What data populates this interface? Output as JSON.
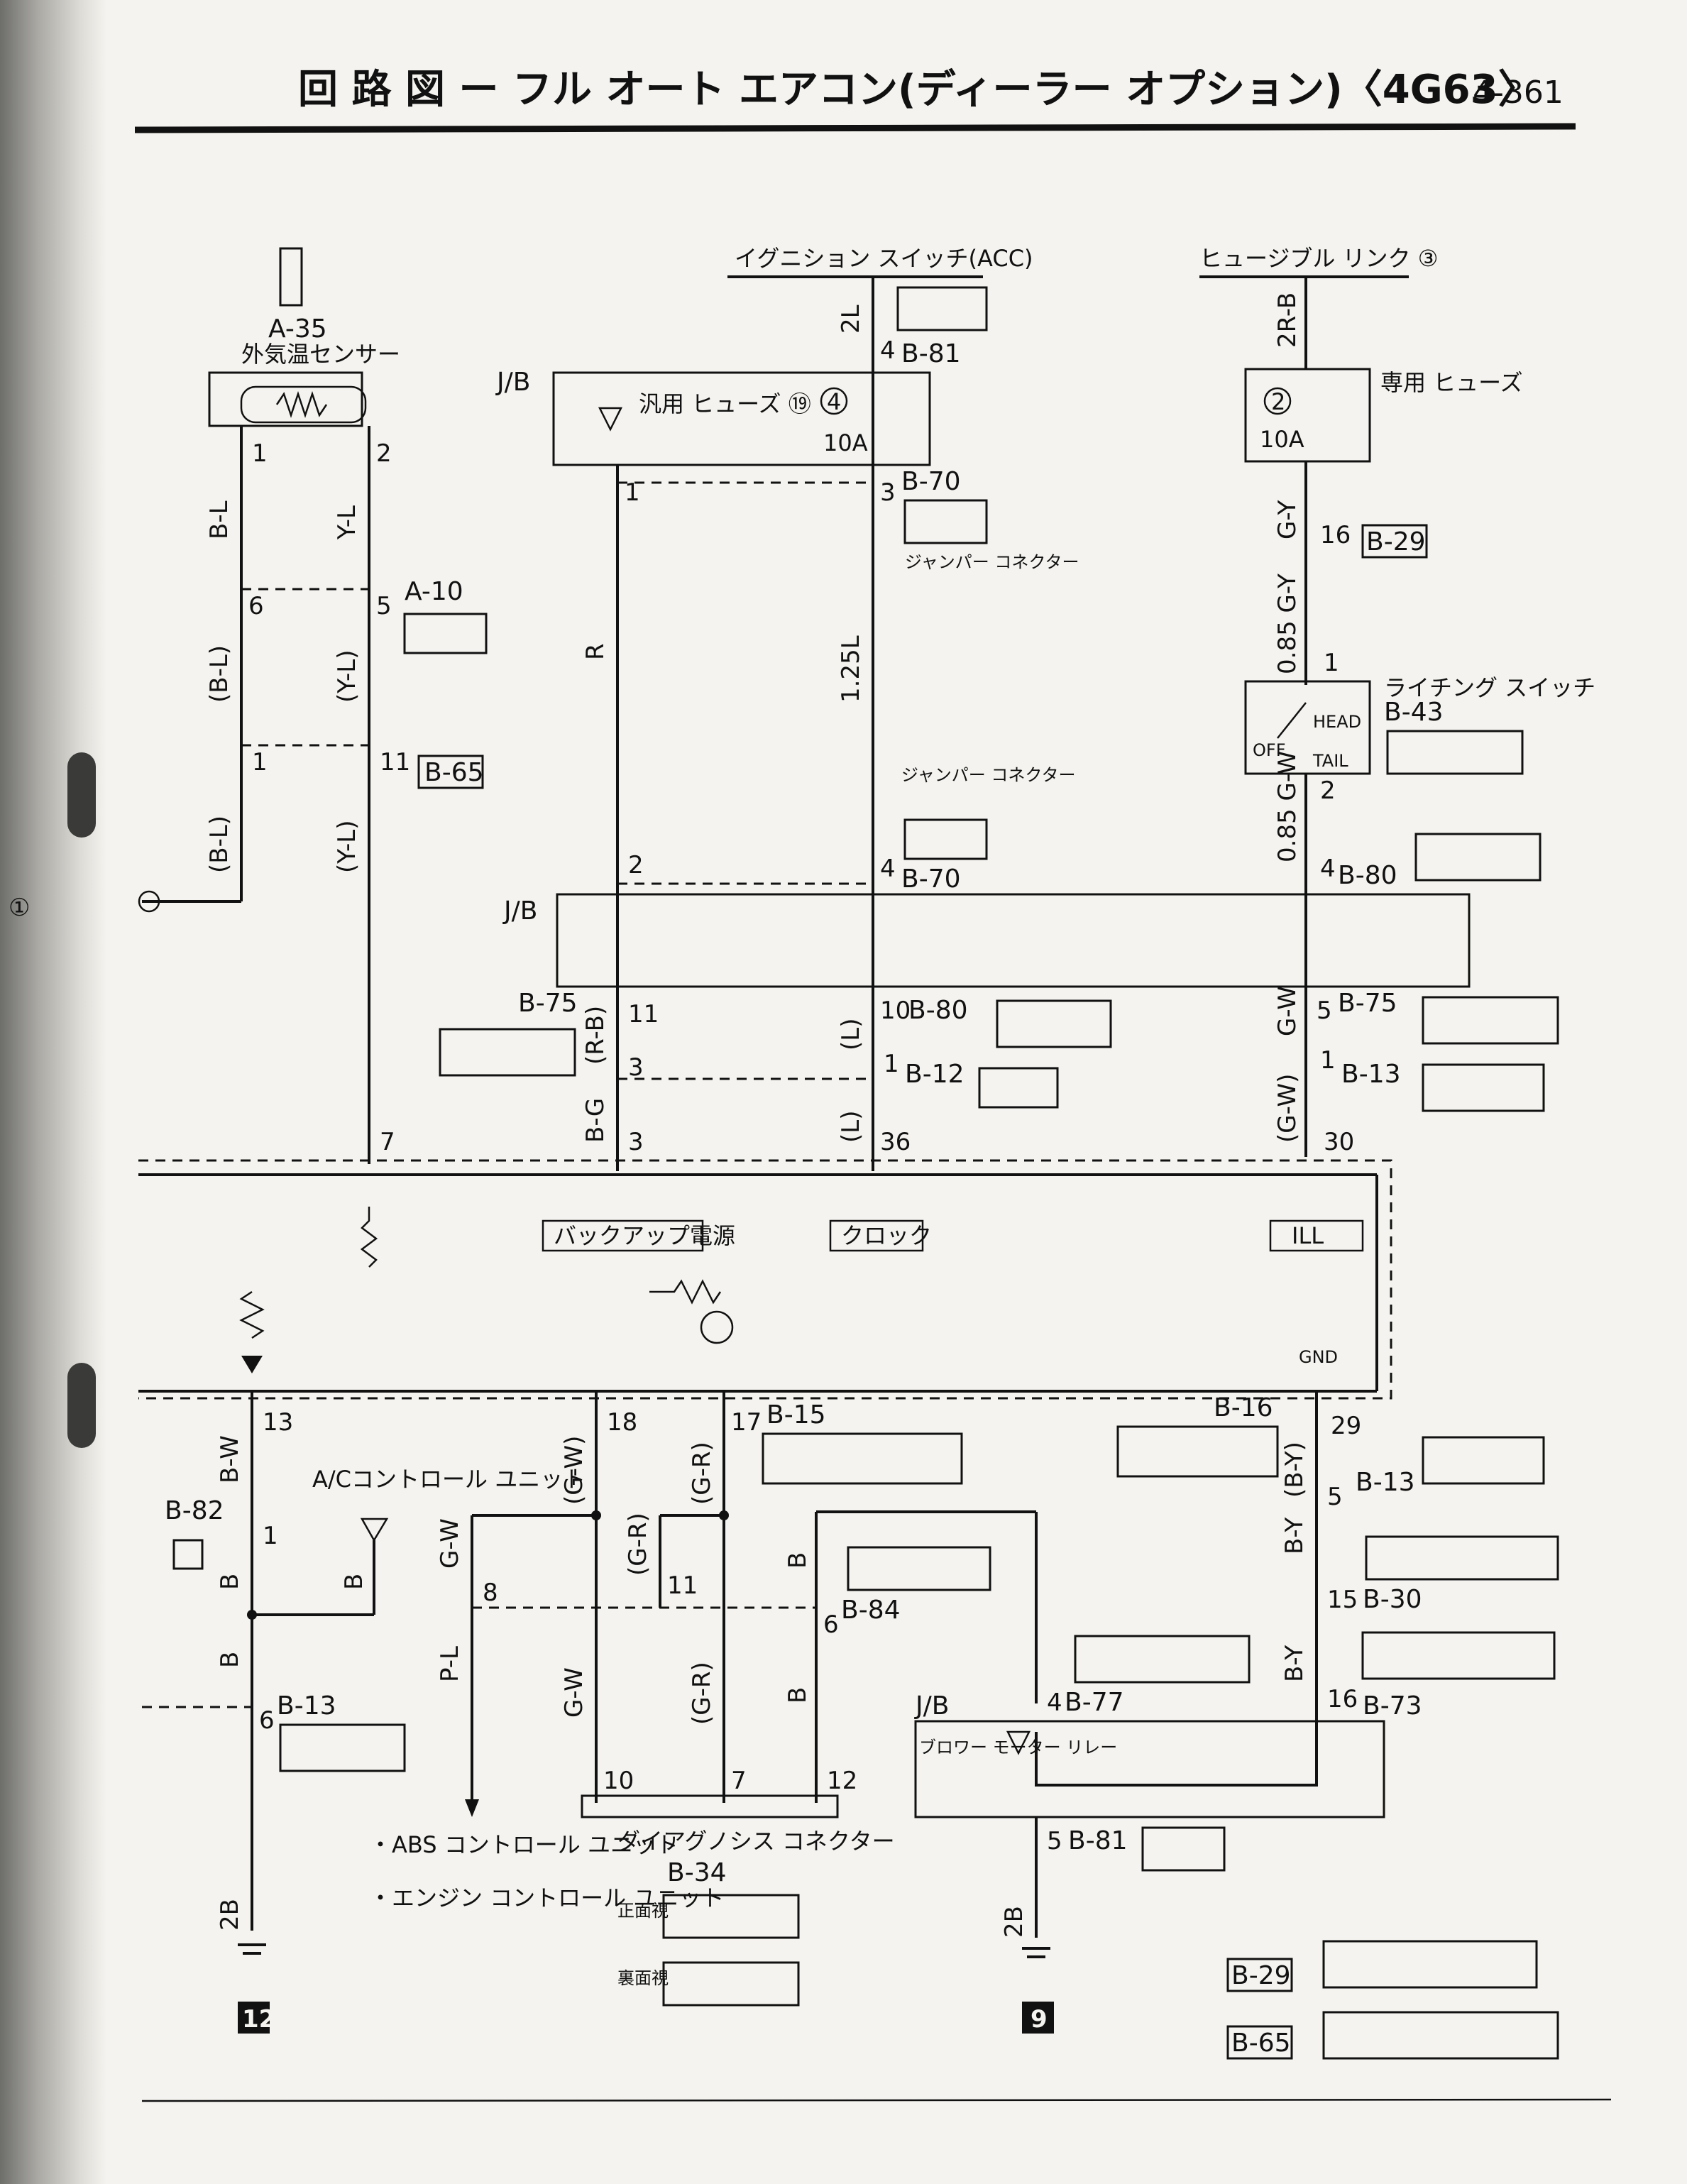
{
  "header": {
    "title": "回 路 図 ー フル オート エアコン(ディーラー オプション)〈4G63〉",
    "page_number": "4-361"
  },
  "sources": {
    "ignition": "イグニション スイッチ(ACC)",
    "fusible_link": "ヒュージブル リンク ③"
  },
  "left_margin_marker": "①",
  "connectors": {
    "a35": "A-35",
    "a35_name": "外気温センサー",
    "a10": "A-10",
    "b65": "B-65",
    "b81": "B-81",
    "b70": "B-70",
    "b29": "B-29",
    "b43": "B-43",
    "b43_name": "ライチング スイッチ",
    "b80": "B-80",
    "b75": "B-75",
    "b12": "B-12",
    "b13": "B-13",
    "b15": "B-15",
    "b16": "B-16",
    "b82": "B-82",
    "b84": "B-84",
    "b30": "B-30",
    "b73": "B-73",
    "b77": "B-77",
    "b34": "B-34",
    "jb": "J/B"
  },
  "fuses": {
    "general": "汎用 ヒューズ ⑲",
    "general_num": "4",
    "general_amp": "10A",
    "dedicated": "専用 ヒューズ",
    "dedicated_num": "2",
    "dedicated_amp": "10A"
  },
  "jumper": "ジャンパー コネクター",
  "switch": {
    "head": "HEAD",
    "tail": "TAIL",
    "off": "OFF"
  },
  "wires": {
    "bl": "B-L",
    "yl": "Y-L",
    "bl_p": "(B-L)",
    "yl_p": "(Y-L)",
    "twol": "2L",
    "r": "R",
    "l125": "1.25L",
    "twor_b": "2R-B",
    "gy": "G-Y",
    "gy085": "0.85 G-Y",
    "gw085": "0.85 G-W",
    "rb_p": "(R-B)",
    "bg": "B-G",
    "l_p": "(L)",
    "gw": "G-W",
    "gw_p": "(G-W)",
    "bw": "B-W",
    "b": "B",
    "gr_p": "(G-R)",
    "by_p": "(B-Y)",
    "by": "B-Y",
    "pl": "P-L",
    "twob": "2B"
  },
  "unit_labels": {
    "backup": "バックアップ電源",
    "clock": "クロック",
    "ill": "ILL",
    "gnd": "GND",
    "ac_unit": "A/Cコントロール ユニット",
    "blower": "ブロワー モーター リレー",
    "diag": "ダイアグノシス コネクター",
    "front_view": "正面視",
    "rear_view": "裏面視",
    "abs": "・ABS コントロール ユニット",
    "engine": "・エンジン コントロール ユニット"
  },
  "grounds": {
    "g12": "12",
    "g9": "9"
  },
  "pins": {
    "a35_1": "1",
    "a35_2": "2",
    "a10_6": "6",
    "a10_5": "5",
    "b65_1": "1",
    "b65_11": "11",
    "b81_4": "4",
    "b70_1": "1",
    "b70_3": "3",
    "b29_16": "16",
    "b43_1": "1",
    "b43_2": "2",
    "b70_2": "2",
    "b70_4": "4",
    "b80_4": "4",
    "b75_11": "11",
    "b80_10": "10",
    "b75_5": "5",
    "b75_3": "3",
    "b12_1": "1",
    "b13_1": "1",
    "p7": "7",
    "p3": "3",
    "p36": "36",
    "p30": "30",
    "p13": "13",
    "p18": "18",
    "p17": "17",
    "p29": "29",
    "b82_1": "1",
    "b13_5": "5",
    "b84_8": "8",
    "b84_11": "11",
    "b84_6": "6",
    "b30_15": "15",
    "b13_6": "6",
    "b77_4": "4",
    "b73_16": "16",
    "d10": "10",
    "d7": "7",
    "d12": "12",
    "b81_5": "5"
  }
}
